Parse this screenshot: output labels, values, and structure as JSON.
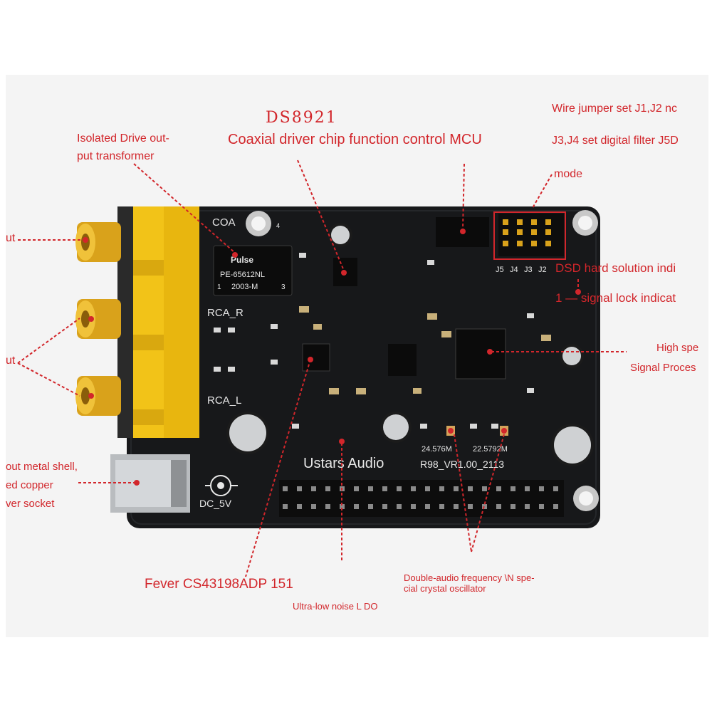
{
  "labels": {
    "ds8921": "DS8921",
    "mcu": "Coaxial driver chip function control MCU",
    "transformer_line1": "Isolated Drive out-",
    "transformer_line2": "put transformer",
    "jumper_line1": "Wire jumper set J1,J2 nc",
    "jumper_line2": "J3,J4 set digital filter J5D",
    "jumper_line3": "mode",
    "out_top": "ut",
    "out_mid": "ut",
    "dsd": "DSD hard solution indi",
    "signal_lock": "1 — signal lock indicat",
    "high_speed": "High spe",
    "signal_process": "Signal Proces",
    "power_line1": "out metal shell,",
    "power_line2": "ed copper",
    "power_line3": "ver socket",
    "fever": "Fever CS43198ADP 151",
    "ldo": "Ultra-low noise L DO",
    "crystal_line1": "Double-audio frequency \\N spe-",
    "crystal_line2": "cial crystal oscillator"
  },
  "board": {
    "coa": "COA",
    "rca_r": "RCA_R",
    "rca_l": "RCA_L",
    "dc": "DC_5V",
    "brand": "Ustars Audio",
    "version": "R98_VR1.00_2113",
    "xtal1": "24.576M",
    "xtal2": "22.5792M",
    "j5": "J5",
    "j4": "J4",
    "j3": "J3",
    "j2": "J2",
    "pulse_brand": "Pulse",
    "pulse_part": "PE-65612NL",
    "pulse_date": "2003-M",
    "pulse_pin1": "1",
    "pulse_pin3": "3",
    "pulse_pin4": "4"
  },
  "colors": {
    "annotation": "#d2262b",
    "pcb": "#17181a",
    "silkscreen": "#e8e8e8",
    "rca_yellow": "#f2c318",
    "gold": "#d9a21b"
  }
}
